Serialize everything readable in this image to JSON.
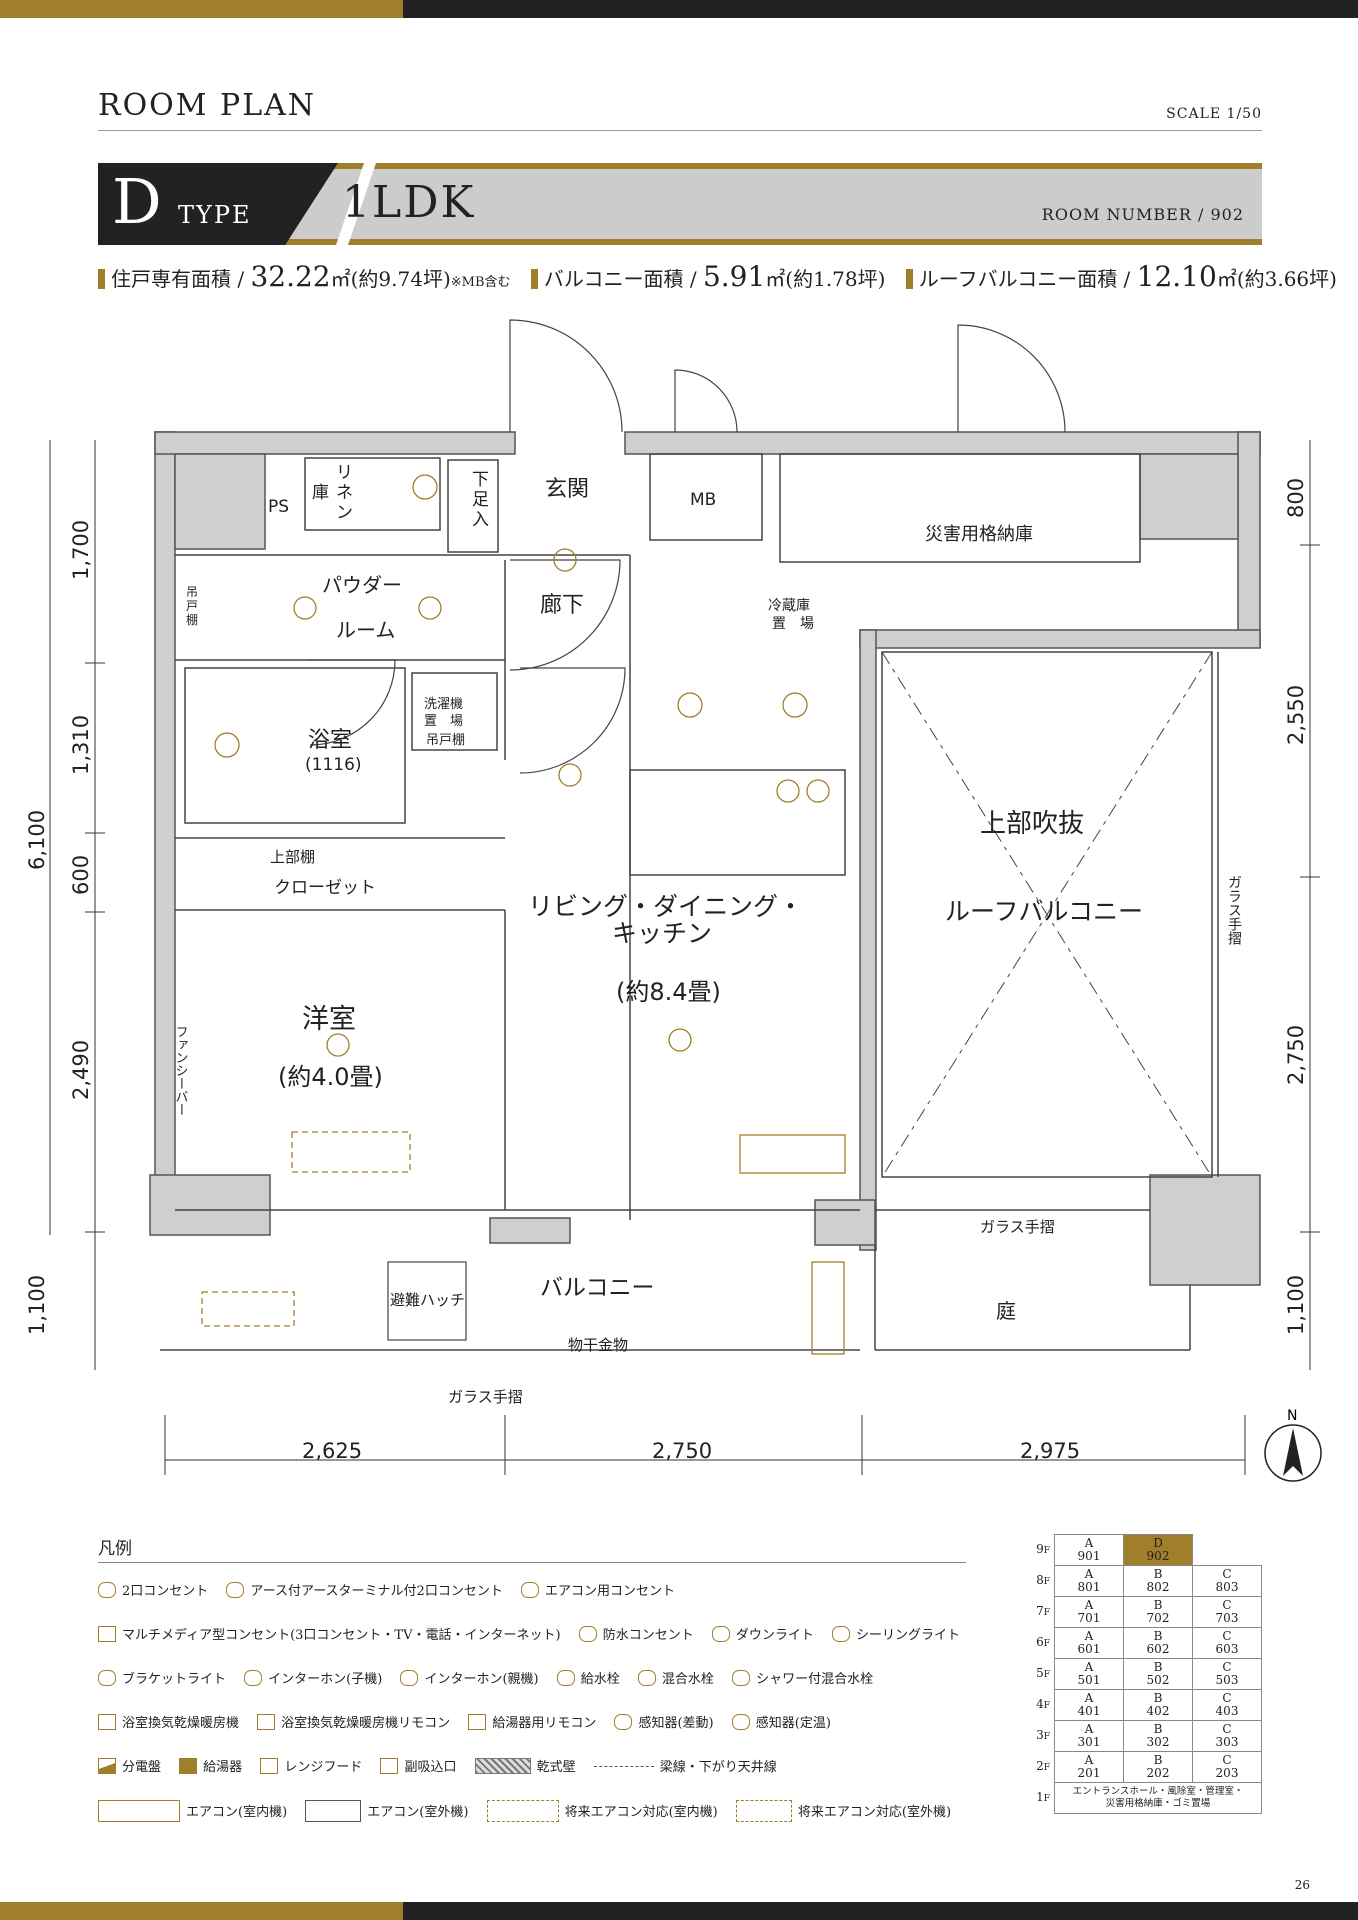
{
  "header": {
    "title": "ROOM PLAN",
    "scale": "SCALE 1/50"
  },
  "type_band": {
    "type_letter": "D",
    "type_label": "TYPE",
    "layout": "1LDK",
    "room_number": "ROOM NUMBER / 902"
  },
  "areas": [
    {
      "label": "住戸専有面積",
      "value": "32.22",
      "unit": "㎡(約9.74坪)",
      "note": "※MB含む"
    },
    {
      "label": "バルコニー面積",
      "value": "5.91",
      "unit": "㎡(約1.78坪)",
      "note": ""
    },
    {
      "label": "ルーフバルコニー面積",
      "value": "12.10",
      "unit": "㎡(約3.66坪)",
      "note": ""
    }
  ],
  "plan": {
    "rooms": {
      "entrance": "玄関",
      "mb": "MB",
      "storage": "災害用格納庫",
      "ps": "PS",
      "linen_1": "リ",
      "linen_2": "ネ",
      "linen_3": "ン",
      "linen_4": "庫",
      "shoe_1": "下",
      "shoe_2": "足",
      "shoe_3": "入",
      "powder_1": "パウダー",
      "powder_2": "ルーム",
      "corridor": "廊下",
      "fridge_1": "冷蔵庫",
      "fridge_2": "置　場",
      "bath": "浴室",
      "bath_size": "(1116)",
      "wash_1": "洗濯機",
      "wash_2": "置　場",
      "wash_3": "吊戸棚",
      "hanging_1": "吊",
      "hanging_2": "戸",
      "hanging_3": "棚",
      "upper_shelf": "上部棚",
      "closet": "クローゼット",
      "ldk_1": "リビング・ダイニング・",
      "ldk_2": "キッチン",
      "ldk_size": "(約8.4畳)",
      "western": "洋室",
      "western_size": "(約4.0畳)",
      "fan": "ファンシーバー",
      "void": "上部吹抜",
      "roof_balcony": "ルーフバルコニー",
      "glass_rail_v": "ガラス手摺",
      "glass_rail_h": "ガラス手摺",
      "escape": "避難ハッチ",
      "balcony": "バルコニー",
      "garden": "庭",
      "drying": "物干金物",
      "glass_rail_b": "ガラス手摺"
    },
    "dims_left": [
      "1,700",
      "1,310",
      "600",
      "2,490",
      "1,100"
    ],
    "dim_total": "6,100",
    "dims_right": [
      "800",
      "2,550",
      "2,750",
      "1,100"
    ],
    "dims_bottom": [
      "2,625",
      "2,750",
      "2,975"
    ],
    "north": "N"
  },
  "legend": {
    "title": "凡例",
    "rows": [
      [
        "2口コンセント",
        "アース付アースターミナル付2口コンセント",
        "エアコン用コンセント"
      ],
      [
        "マルチメディア型コンセント(3口コンセント・TV・電話・インターネット)",
        "防水コンセント",
        "ダウンライト",
        "シーリングライト"
      ],
      [
        "ブラケットライト",
        "インターホン(子機)",
        "インターホン(親機)",
        "給水栓",
        "混合水栓",
        "シャワー付混合水栓"
      ],
      [
        "浴室換気乾燥暖房機",
        "浴室換気乾燥暖房機リモコン",
        "給湯器用リモコン",
        "感知器(差動)",
        "感知器(定温)"
      ],
      [
        "分電盤",
        "給湯器",
        "レンジフード",
        "副吸込口",
        "乾式壁",
        "梁線・下がり天井線"
      ],
      [
        "エアコン(室内機)",
        "エアコン(室外機)",
        "将来エアコン対応(室内機)",
        "将来エアコン対応(室外機)"
      ]
    ]
  },
  "floors": [
    {
      "floor": "9",
      "cells": [
        [
          "A",
          "901"
        ],
        [
          "D",
          "902"
        ],
        null
      ]
    },
    {
      "floor": "8",
      "cells": [
        [
          "A",
          "801"
        ],
        [
          "B",
          "802"
        ],
        [
          "C",
          "803"
        ]
      ]
    },
    {
      "floor": "7",
      "cells": [
        [
          "A",
          "701"
        ],
        [
          "B",
          "702"
        ],
        [
          "C",
          "703"
        ]
      ]
    },
    {
      "floor": "6",
      "cells": [
        [
          "A",
          "601"
        ],
        [
          "B",
          "602"
        ],
        [
          "C",
          "603"
        ]
      ]
    },
    {
      "floor": "5",
      "cells": [
        [
          "A",
          "501"
        ],
        [
          "B",
          "502"
        ],
        [
          "C",
          "503"
        ]
      ]
    },
    {
      "floor": "4",
      "cells": [
        [
          "A",
          "401"
        ],
        [
          "B",
          "402"
        ],
        [
          "C",
          "403"
        ]
      ]
    },
    {
      "floor": "3",
      "cells": [
        [
          "A",
          "301"
        ],
        [
          "B",
          "302"
        ],
        [
          "C",
          "303"
        ]
      ]
    },
    {
      "floor": "2",
      "cells": [
        [
          "A",
          "201"
        ],
        [
          "B",
          "202"
        ],
        [
          "C",
          "203"
        ]
      ]
    }
  ],
  "ground_floor": {
    "floor": "1",
    "text_1": "エントランスホール・風除室・管理室・",
    "text_2": "災害用格納庫・ゴミ置場"
  },
  "floor_suffix": "F",
  "highlight": {
    "row": 0,
    "col": 1
  },
  "page_number": "26",
  "colors": {
    "gold": "#a07f2a",
    "dark": "#222222",
    "gray_band": "#cccccc",
    "wall": "#cfcfcf"
  }
}
